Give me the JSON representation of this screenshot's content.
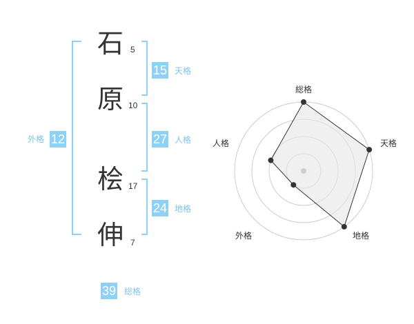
{
  "colors": {
    "accent": "#8fd0f5",
    "accent_text": "#7ec3ea",
    "bracket": "#8fd0f5",
    "text": "#333333"
  },
  "name": {
    "chars": [
      {
        "char": "石",
        "strokes": "5"
      },
      {
        "char": "原",
        "strokes": "10"
      },
      {
        "char": "桧",
        "strokes": "17"
      },
      {
        "char": "伸",
        "strokes": "7"
      }
    ]
  },
  "fortunes": {
    "tenkaku": {
      "value": "15",
      "label": "天格"
    },
    "jinkaku": {
      "value": "27",
      "label": "人格"
    },
    "chikaku": {
      "value": "24",
      "label": "地格"
    },
    "gaikaku": {
      "value": "12",
      "label": "外格"
    },
    "soukaku": {
      "value": "39",
      "label": "総格"
    }
  },
  "chart_data": {
    "type": "radar",
    "axes": [
      "総格",
      "天格",
      "地格",
      "外格",
      "人格"
    ],
    "values": [
      4,
      4,
      4,
      1,
      2
    ],
    "max": 4,
    "rings": 4,
    "grid": true
  }
}
